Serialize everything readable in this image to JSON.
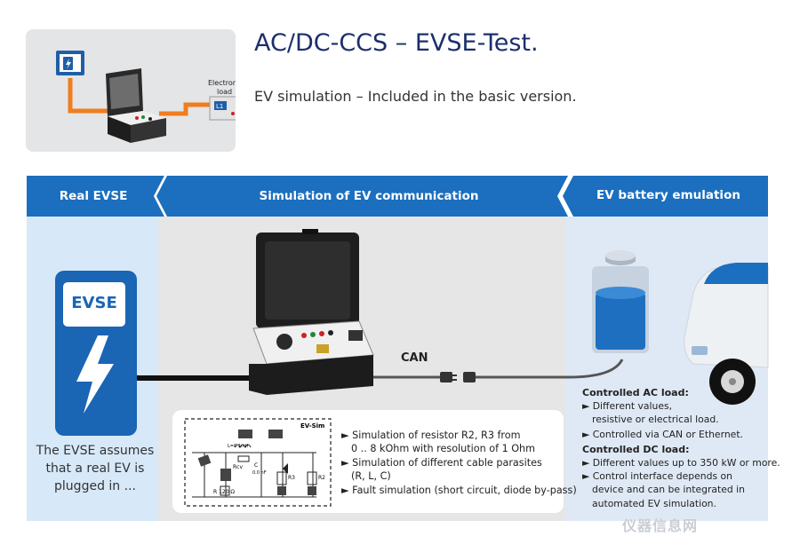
{
  "header": {
    "title": "AC/DC-CCS – EVSE-Test.",
    "subtitle": "EV simulation – Included in the basic version.",
    "thumb_load_label_line1": "Electronic",
    "thumb_load_label_line2": "load",
    "thumb_load_display": "L1"
  },
  "columns": {
    "left": {
      "header": "Real EVSE",
      "station_label": "EVSE",
      "caption_line1": "The EVSE assumes",
      "caption_line2": "that a real EV is",
      "caption_line3": "plugged in ..."
    },
    "middle": {
      "header": "Simulation of EV communication",
      "can_label": "CAN",
      "schematic": {
        "tag": "EV-Sim",
        "r_label": "R 120 Ω",
        "rcv_label": "Rcv",
        "c_label": "C",
        "c_value": "0.0 nF",
        "r3_label": "R3",
        "r2_label": "R2",
        "l_label": "L=0.1mH"
      },
      "bullets": [
        "► Simulation of resistor R2, R3 from",
        "0 .. 8 kOhm with resolution of 1 Ohm",
        "► Simulation of different cable parasites",
        "(R, L, C)",
        "► Fault simulation (short circuit, diode by-pass)"
      ]
    },
    "right": {
      "header": "EV battery emulation",
      "ac_title": "Controlled AC load:",
      "ac_lines": [
        "► Different values,",
        "resistive or electrical load.",
        "► Controlled via CAN or Ethernet."
      ],
      "dc_title": "Controlled DC load:",
      "dc_lines": [
        "► Different values up to 350 kW or more.",
        "► Control interface depends on",
        "device and can be integrated in",
        "automated EV simulation."
      ]
    }
  },
  "watermark": "仪器信息网",
  "colors": {
    "header_blue": "#1b6fbe",
    "evse_blue": "#1a65b4",
    "cable_orange": "#f07d1e",
    "title_blue": "#1c2f6b"
  }
}
